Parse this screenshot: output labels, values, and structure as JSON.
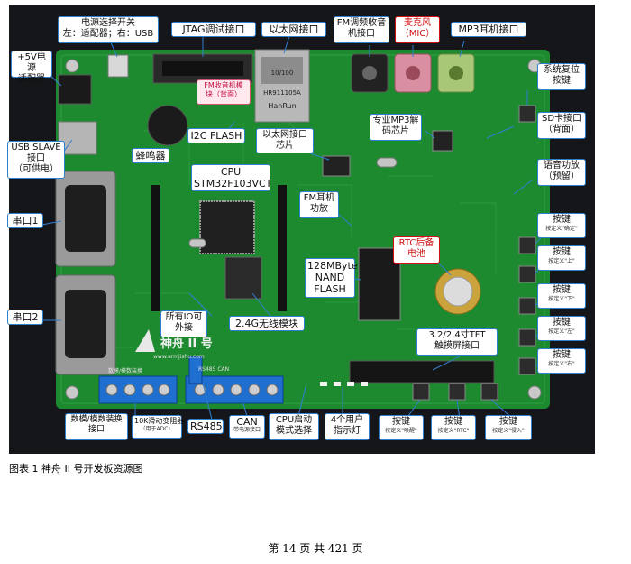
{
  "labels": {
    "power_switch": "电源选择开关\n左：适配器；右：USB",
    "jtag": "JTAG调试接口",
    "ethernet": "以太网接口",
    "fm_jack": "FM调频收音\n机接口",
    "mic": "麦克风\n（MIC）",
    "mp3_jack": "MP3耳机接口",
    "power_5v": "+5V电源\n适配器",
    "fm_module": "FM收音机模\n块（背面）",
    "reset": "系统复位\n按键",
    "i2c_flash": "I2C FLASH",
    "ethernet_chip": "以太网接口\n芯片",
    "mp3_decoder": "专业MP3解\n码芯片",
    "sd_card": "SD卡接口\n（背面）",
    "usb_slave": "USB SLAVE\n接口\n（可供电）",
    "buzzer": "蜂鸣器",
    "cpu": "CPU\nSTM32F103VCT",
    "audio_amp": "语音功放\n（预留）",
    "fm_amp": "FM耳机\n功放",
    "serial1": "串口1",
    "rtc_battery": "RTC后备\n电池",
    "nand_flash": "128MByte\nNAND\nFLASH",
    "serial2": "串口2",
    "io_ext": "所有IO可\n外接",
    "wireless": "2.4G无线模块",
    "tft": "3.2/2.4寸TFT\n触摸屏接口",
    "adda": "数模/模数装换\n接口",
    "pot": "10K滑动变阻器",
    "pot_sub": "（用于ADC）",
    "rs485": "RS485",
    "can": "CAN",
    "can_sub": "带电源接口",
    "boot": "CPU启动\n模式选择",
    "leds": "4个用户\n指示灯",
    "btn_wakeup": "按键",
    "btn_wakeup_sub": "按定义\"唤醒\"",
    "btn_rtc": "按键",
    "btn_rtc_sub": "按定义\"RTC\"",
    "btn_tamper": "按键",
    "btn_tamper_sub": "按定义\"侵入\"",
    "btn_confirm": "按键",
    "btn_confirm_sub": "按定义\"确定\"",
    "btn_up": "按键",
    "btn_up_sub": "按定义\"上\"",
    "btn_down": "按键",
    "btn_down_sub": "按定义\"下\"",
    "btn_left": "按键",
    "btn_left_sub": "按定义\"左\"",
    "btn_right": "按键",
    "btn_right_sub": "按定义\"右\""
  },
  "board_text": {
    "brand": "神舟 II 号",
    "website": "www.armjishu.com",
    "ic_marking": "HR911105A",
    "ic_marking2": "HanRun",
    "jack_marking": "10/100",
    "silk_rs485_can": "RS485  CAN",
    "silk_bottom": "数模/模数装换"
  },
  "caption": "图表 1 神舟 II 号开发板资源图",
  "footer": "第 14 页  共 421 页",
  "colors": {
    "pcb": "#1e8a30",
    "pcb_dark": "#125a1e",
    "callout_border": "#2f7fd0",
    "red_text": "#d01010",
    "terminal_blue": "#1f6fd0"
  }
}
